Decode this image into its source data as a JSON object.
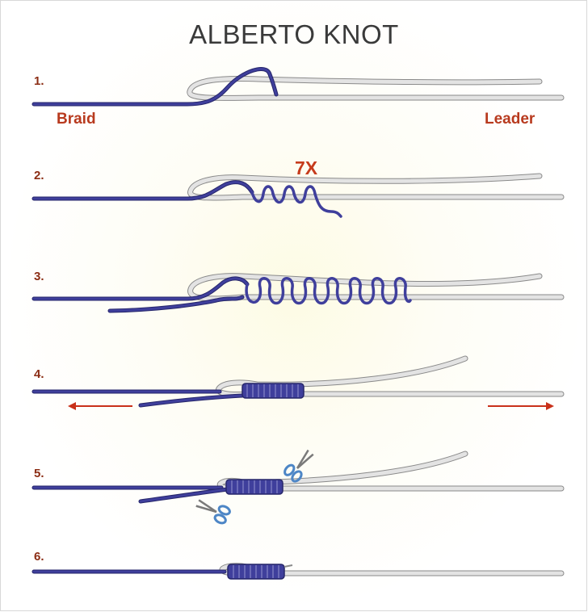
{
  "title": "ALBERTO KNOT",
  "labels": {
    "braid": "Braid",
    "leader": "Leader",
    "wraps": "7X"
  },
  "steps": [
    "1.",
    "2.",
    "3.",
    "4.",
    "5.",
    "6."
  ],
  "colors": {
    "braid": "#3f3f9c",
    "braid_outline": "#26266a",
    "leader": "#e3e3e3",
    "leader_outline": "#8a8a8a",
    "arrow": "#c9311a",
    "step_number": "#8b2d14",
    "label": "#b83a1e",
    "scissors": "#4d86c6"
  },
  "icons": [
    "scissors-icon",
    "arrow-left-icon",
    "arrow-right-icon"
  ]
}
